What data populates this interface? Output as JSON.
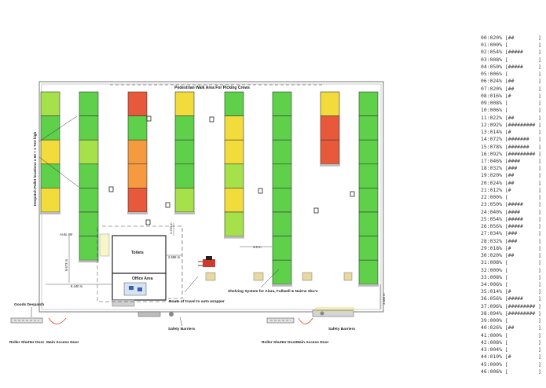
{
  "labels": {
    "pedestrian": "Pedestrian Walk Area For Picking Crews",
    "despatch_vertical": "Despatch Pallet locations x 60 + 1 Tmt high",
    "auto_wr": "Auto Wr",
    "toilets": "Toilets",
    "office": "Office Area",
    "route": "Route of travel to auto wrapper",
    "shelving": "Shelving System for Alara, Fullwell & Nairns Sku's",
    "goods_despatch": "Goods Despatch",
    "roller_door_left": "Roller Shutter Door",
    "main_door_left": "Main Access Door",
    "safety_left": "Safety Barriers",
    "roller_door_right": "Roller Shutter Door",
    "main_door_right": "Main Access Door",
    "safety_right": "Safety Barriers",
    "dim_3_6": "3.6 m",
    "dim_2_685": "2.685 m",
    "dim_2_233": "2.233 m",
    "dim_9_673": "9.673 m",
    "dim_8_440": "8.440 m",
    "dim_3_888": "3.888 m"
  },
  "colors": {
    "green": "#5ed04a",
    "light_green": "#a6e04a",
    "yellow": "#f2dc3c",
    "orange": "#f59a3e",
    "red": "#e8583a"
  },
  "racks": [
    {
      "cells": [
        "light_green",
        "green",
        "yellow",
        "green",
        "yellow"
      ]
    },
    {
      "cells": [
        "green",
        "green",
        "light_green",
        "green",
        "green",
        "green",
        "green"
      ]
    },
    {
      "cells": [
        "red",
        "green",
        "orange",
        "orange",
        "red"
      ]
    },
    {
      "cells": [
        "yellow",
        "green",
        "green",
        "green",
        "light_green"
      ]
    },
    {
      "cells": [
        "green",
        "yellow",
        "yellow",
        "light_green",
        "yellow",
        "light_green"
      ]
    },
    {
      "cells": [
        "green",
        "green",
        "green",
        "green",
        "green",
        "green",
        "green",
        "green"
      ]
    },
    {
      "cells": [
        "yellow",
        "red",
        "red"
      ]
    },
    {
      "cells": [
        "green",
        "green",
        "green",
        "green",
        "green",
        "green",
        "green",
        "green"
      ]
    }
  ],
  "histogram": [
    {
      "label": "00:020%",
      "bar": "##"
    },
    {
      "label": "01:000%",
      "bar": ""
    },
    {
      "label": "02:054%",
      "bar": "#####"
    },
    {
      "label": "03:008%",
      "bar": ""
    },
    {
      "label": "04:050%",
      "bar": "#####"
    },
    {
      "label": "05:006%",
      "bar": ""
    },
    {
      "label": "06:024%",
      "bar": "##"
    },
    {
      "label": "07:020%",
      "bar": "##"
    },
    {
      "label": "08:016%",
      "bar": "#"
    },
    {
      "label": "09:008%",
      "bar": ""
    },
    {
      "label": "10:006%",
      "bar": ""
    },
    {
      "label": "11:022%",
      "bar": "##"
    },
    {
      "label": "12:092%",
      "bar": "#########"
    },
    {
      "label": "13:014%",
      "bar": "#"
    },
    {
      "label": "14:072%",
      "bar": "#######"
    },
    {
      "label": "15:078%",
      "bar": "#######"
    },
    {
      "label": "16:092%",
      "bar": "#########"
    },
    {
      "label": "17:046%",
      "bar": "####"
    },
    {
      "label": "18:032%",
      "bar": "###"
    },
    {
      "label": "19:020%",
      "bar": "##"
    },
    {
      "label": "20:024%",
      "bar": "##"
    },
    {
      "label": "21:012%",
      "bar": "#"
    },
    {
      "label": "22:000%",
      "bar": ""
    },
    {
      "label": "23:050%",
      "bar": "#####"
    },
    {
      "label": "24:040%",
      "bar": "####"
    },
    {
      "label": "25:054%",
      "bar": "#####"
    },
    {
      "label": "26:056%",
      "bar": "#####"
    },
    {
      "label": "27:034%",
      "bar": "###"
    },
    {
      "label": "28:032%",
      "bar": "###"
    },
    {
      "label": "29:018%",
      "bar": "#"
    },
    {
      "label": "30:020%",
      "bar": "##"
    },
    {
      "label": "31:008%",
      "bar": ""
    },
    {
      "label": "32:000%",
      "bar": ""
    },
    {
      "label": "33:008%",
      "bar": ""
    },
    {
      "label": "34:006%",
      "bar": ""
    },
    {
      "label": "35:014%",
      "bar": "#"
    },
    {
      "label": "36:056%",
      "bar": "#####"
    },
    {
      "label": "37:096%",
      "bar": "#########"
    },
    {
      "label": "38:094%",
      "bar": "#########"
    },
    {
      "label": "39:000%",
      "bar": ""
    },
    {
      "label": "40:026%",
      "bar": "##"
    },
    {
      "label": "41:000%",
      "bar": ""
    },
    {
      "label": "42:008%",
      "bar": ""
    },
    {
      "label": "43:004%",
      "bar": ""
    },
    {
      "label": "44:010%",
      "bar": "#"
    },
    {
      "label": "45:000%",
      "bar": ""
    },
    {
      "label": "46:006%",
      "bar": ""
    }
  ]
}
